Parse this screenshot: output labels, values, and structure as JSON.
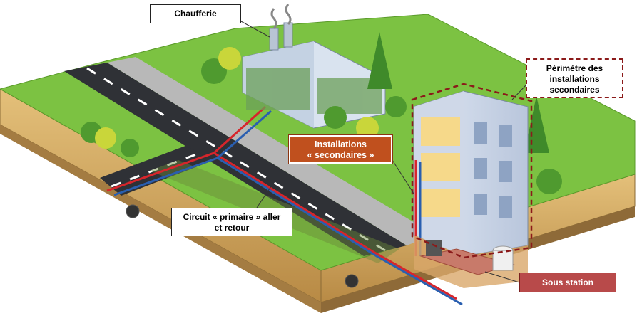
{
  "labels": {
    "chaufferie": "Chaufferie",
    "perimetre": [
      "Périmètre des",
      "installations",
      "secondaires"
    ],
    "installations": [
      "Installations",
      "« secondaires »"
    ],
    "circuit": [
      "Circuit « primaire » aller",
      "et retour"
    ],
    "sous_station": "Sous station"
  },
  "colors": {
    "grass": "#7cc242",
    "soil": "#d9b36a",
    "road": "#2f3136",
    "pipe_hot": "#d7252b",
    "pipe_cold": "#2a5fb0",
    "label_accent": "#c0501e",
    "sous_station_box": "#b84a4a",
    "dashed_border": "#8b1a1a"
  }
}
